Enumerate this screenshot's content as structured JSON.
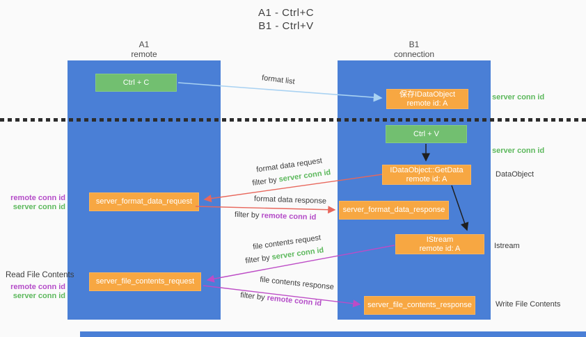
{
  "title": {
    "line1": "A1 - Ctrl+C",
    "line2": "B1 - Ctrl+V"
  },
  "lifelines": {
    "left": {
      "name": "A1",
      "role": "remote"
    },
    "right": {
      "name": "B1",
      "role": "connection"
    }
  },
  "nodes": {
    "ctrl_c": {
      "label": "Ctrl + C"
    },
    "ctrl_v": {
      "label": "Ctrl + V"
    },
    "save_idataobject": {
      "line1": "保存IDataObject",
      "line2": "remote id: A"
    },
    "getdata": {
      "line1": "IDataObject::GetData",
      "line2": "remote id: A"
    },
    "istream": {
      "line1": "IStream",
      "line2": "remote id: A"
    },
    "format_request": {
      "label": "server_format_data_request"
    },
    "format_response": {
      "label": "server_format_data_response"
    },
    "file_request": {
      "label": "server_file_contents_request"
    },
    "file_response": {
      "label": "server_file_contents_response"
    }
  },
  "side_labels": {
    "server_conn_id_top": "server conn id",
    "server_conn_id_mid": "server conn id",
    "dataobject": "DataObject",
    "istream": "Istream",
    "write_file_contents": "Write File Contents",
    "read_file_contents": "Read File Contents",
    "pair1": {
      "remote": "remote conn id",
      "server": "server conn id"
    },
    "pair2": {
      "remote": "remote conn id",
      "server": "server conn id"
    }
  },
  "arrow_labels": {
    "format_list": "format list",
    "format_data_request": "format data request",
    "filter_request_1": {
      "prefix": "filter by ",
      "key": "server conn id"
    },
    "format_data_response": "format data response",
    "filter_response_1": {
      "prefix": "filter by ",
      "key": "remote conn id"
    },
    "file_contents_request": "file contents request",
    "filter_request_2": {
      "prefix": "filter by ",
      "key": "server conn id"
    },
    "file_contents_response": "file contents response",
    "filter_response_2": {
      "prefix": "filter by ",
      "key": "remote conn id"
    }
  },
  "colors": {
    "column_blue": "#4a7fd6",
    "box_green": "#72bf70",
    "box_orange": "#f7a742",
    "arrow_lightblue": "#a9d2f2",
    "arrow_red": "#e8675c",
    "arrow_magenta": "#bd4cc6",
    "arrow_black": "#1f1f1f",
    "text_green": "#5cb85c",
    "text_purple": "#b44cc8",
    "text_dark": "#3b3b3b"
  }
}
